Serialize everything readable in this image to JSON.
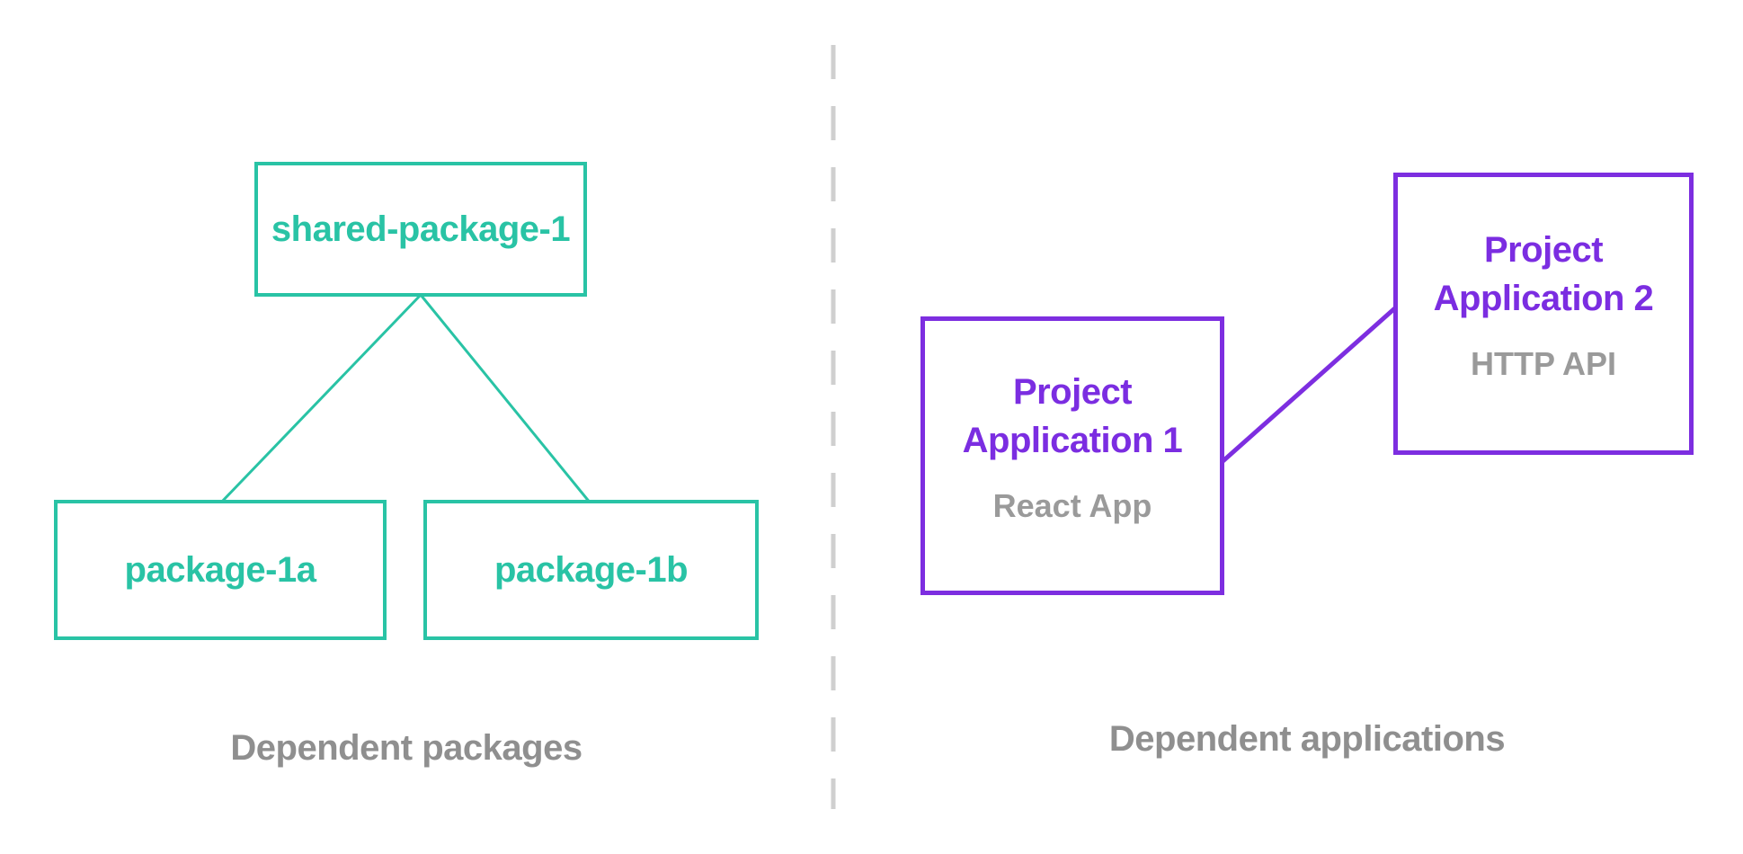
{
  "colors": {
    "teal": "#29c3a5",
    "purple": "#7d2ee0",
    "title_purple": "#7b2de1",
    "caption_gray": "#8f8f8f",
    "subtitle_gray": "#9a9a9a",
    "divider_gray": "#cfcfcf",
    "background": "#ffffff"
  },
  "left_panel": {
    "caption": "Dependent packages",
    "root_package": {
      "label": "shared-package-1"
    },
    "dependent_packages": [
      {
        "label": "package-1a"
      },
      {
        "label": "package-1b"
      }
    ]
  },
  "right_panel": {
    "caption": "Dependent applications",
    "applications": [
      {
        "title": "Project Application 1",
        "subtitle": "React App"
      },
      {
        "title": "Project Application 2",
        "subtitle": "HTTP API"
      }
    ]
  }
}
